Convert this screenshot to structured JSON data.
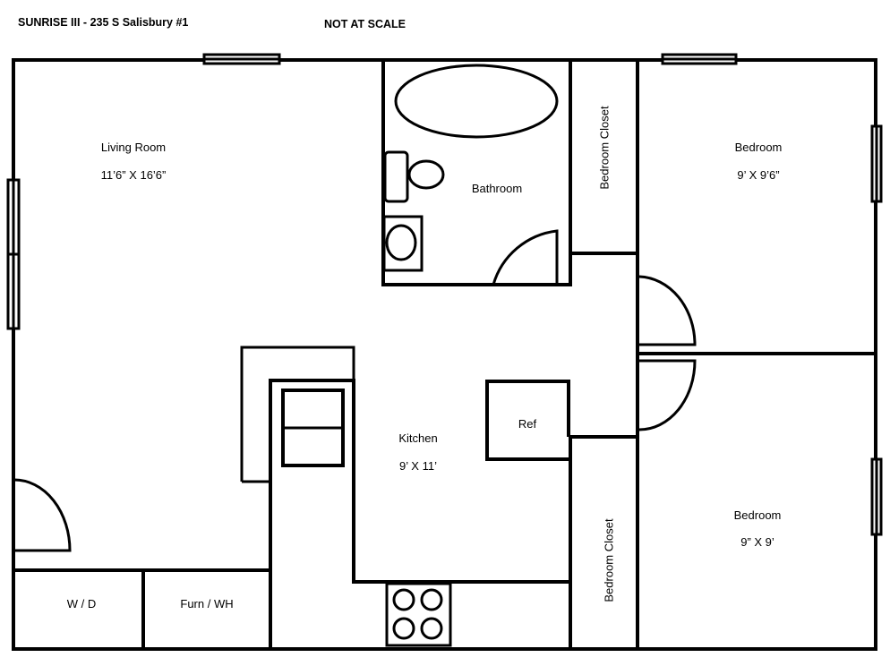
{
  "header": {
    "title": "SUNRISE III - 235 S Salisbury #1",
    "scale_note": "NOT AT SCALE"
  },
  "rooms": {
    "living_room": {
      "name": "Living Room",
      "dimensions": "11’6” X 16’6”"
    },
    "bathroom": {
      "name": "Bathroom"
    },
    "bedroom_closet_top": {
      "name": "Bedroom Closet"
    },
    "bedroom_top": {
      "name": "Bedroom",
      "dimensions": "9’ X 9’6”"
    },
    "kitchen": {
      "name": "Kitchen",
      "dimensions": "9’ X 11’"
    },
    "refrigerator": {
      "name": "Ref"
    },
    "bedroom_closet_bottom": {
      "name": "Bedroom Closet"
    },
    "bedroom_bottom": {
      "name": "Bedroom",
      "dimensions": "9” X 9’"
    },
    "washer_dryer": {
      "name": "W / D"
    },
    "furnace_water_heater": {
      "name": "Furn / WH"
    }
  },
  "fixtures": [
    "bathtub-icon",
    "toilet-icon",
    "bathroom-sink-icon",
    "kitchen-sink-icon",
    "stove-icon",
    "window-icon",
    "door-swing-icon"
  ]
}
